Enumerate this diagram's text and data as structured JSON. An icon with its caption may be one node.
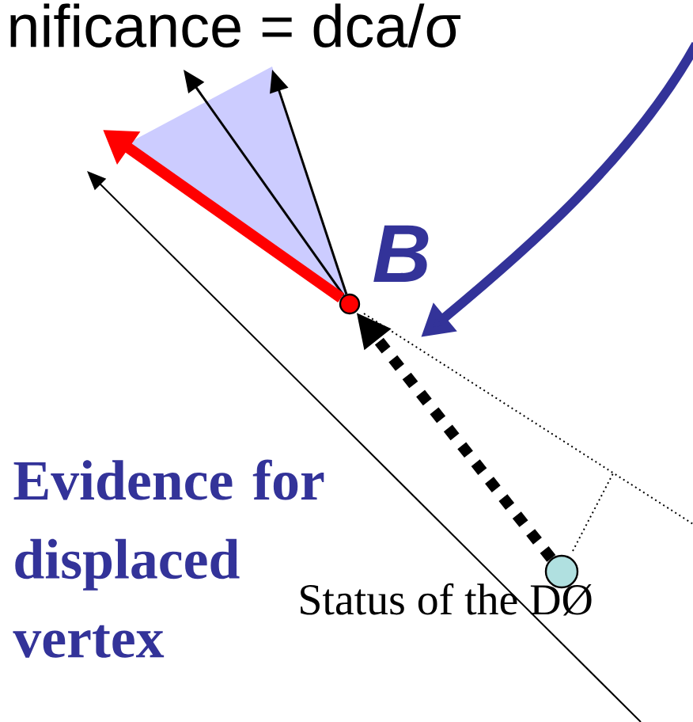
{
  "diagram": {
    "nodes": [
      {
        "text": [],
        "shape": "circle"
      },
      {
        "text": [],
        "shape": "circle"
      }
    ],
    "edges": [
      {
        "from": 1,
        "to": 0,
        "arrow": "to",
        "style": "dashed"
      },
      {
        "from": 0,
        "to": null,
        "arrow": "to"
      },
      {
        "from": 0,
        "to": null,
        "arrow": "to"
      },
      {
        "from": 0,
        "to": null,
        "arrow": "to",
        "style": "thick",
        "color": "#ff0000"
      }
    ],
    "labels": [
      "nificance = dca/σ",
      "B",
      "Evidence for displaced vertex",
      "Status of the DØ"
    ]
  }
}
